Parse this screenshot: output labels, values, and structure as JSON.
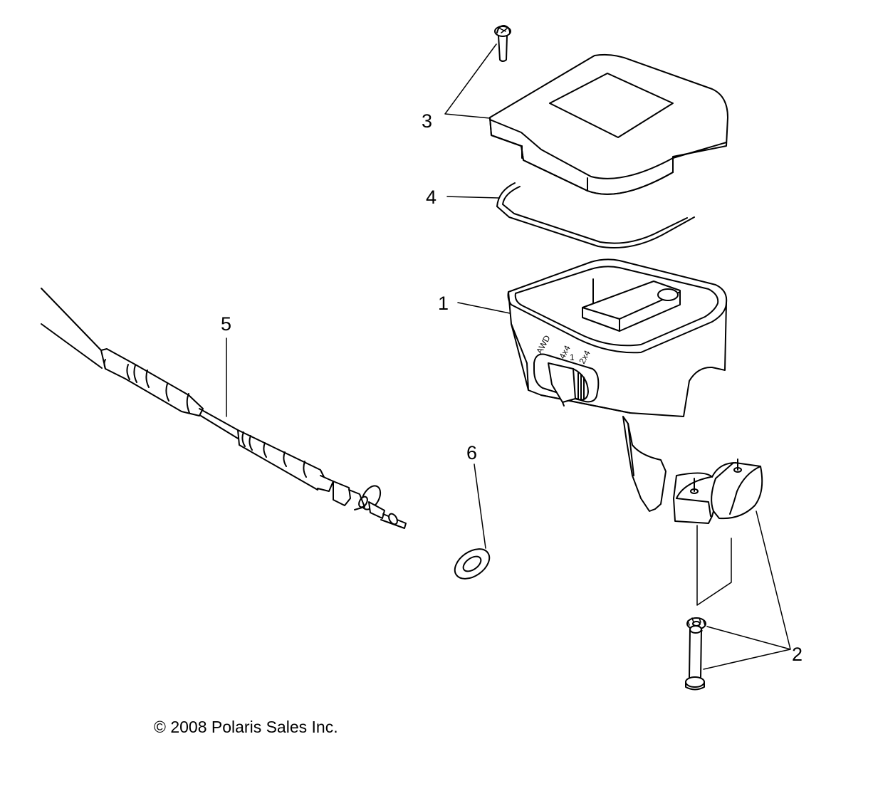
{
  "callouts": {
    "c1": "1",
    "c2": "2",
    "c3": "3",
    "c4": "4",
    "c5": "5",
    "c6": "6"
  },
  "switch_labels": {
    "awd": "AWD",
    "fwd": "4x4",
    "twd": "2x4",
    "pos": "1"
  },
  "copyright": "© 2008 Polaris Sales Inc."
}
